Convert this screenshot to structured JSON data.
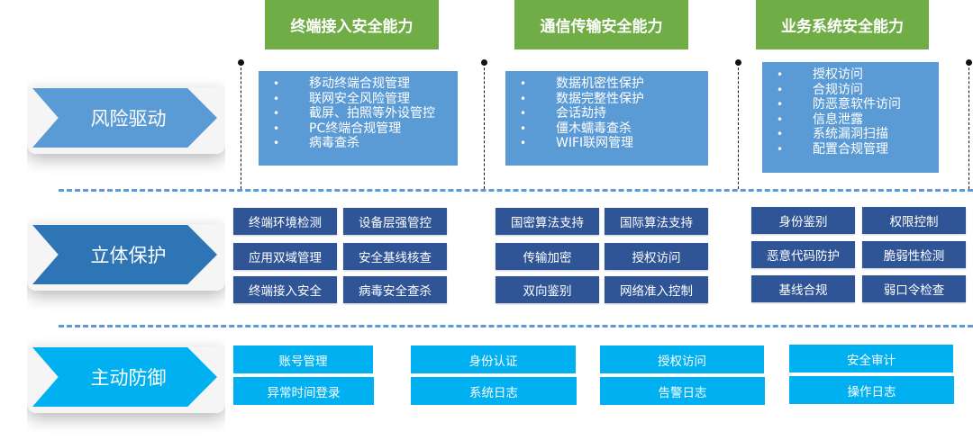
{
  "colors": {
    "header_green": "#70ad47",
    "risk_blue": "#5b9bd5",
    "protection_blue": "#2e75b6",
    "protection_cell": "#2f5597",
    "defense_cyan": "#00b0f0",
    "separator": "#5b9bd5"
  },
  "capabilities": [
    "终端接入安全能力",
    "通信传输安全能力",
    "业务系统安全能力"
  ],
  "rows": {
    "risk": {
      "label": "风险驱动",
      "columns": [
        [
          "移动终端合规管理",
          "联网安全风险管理",
          "截屏、拍照等外设管控",
          "PC终端合规管理",
          "病毒查杀"
        ],
        [
          "数据机密性保护",
          "数据完整性保护",
          "会话劫持",
          "僵木蠕毒查杀",
          "WIFI联网管理"
        ],
        [
          "授权访问",
          "合规访问",
          "防恶意软件访问",
          "信息泄露",
          "系统漏洞扫描",
          "配置合规管理"
        ]
      ]
    },
    "protection": {
      "label": "立体保护",
      "columns": [
        [
          "终端环境检测",
          "设备层强管控",
          "应用双域管理",
          "安全基线核查",
          "终端接入安全",
          "病毒安全查杀"
        ],
        [
          "国密算法支持",
          "国际算法支持",
          "传输加密",
          "授权访问",
          "双向鉴别",
          "网络准入控制"
        ],
        [
          "身份鉴别",
          "权限控制",
          "恶意代码防护",
          "脆弱性检测",
          "基线合规",
          "弱口令检查"
        ]
      ]
    },
    "defense": {
      "label": "主动防御",
      "columns": [
        [
          "账号管理",
          "异常时间登录"
        ],
        [
          "身份认证",
          "系统日志"
        ],
        [
          "授权访问",
          "告警日志"
        ],
        [
          "安全审计",
          "操作日志"
        ]
      ]
    }
  }
}
